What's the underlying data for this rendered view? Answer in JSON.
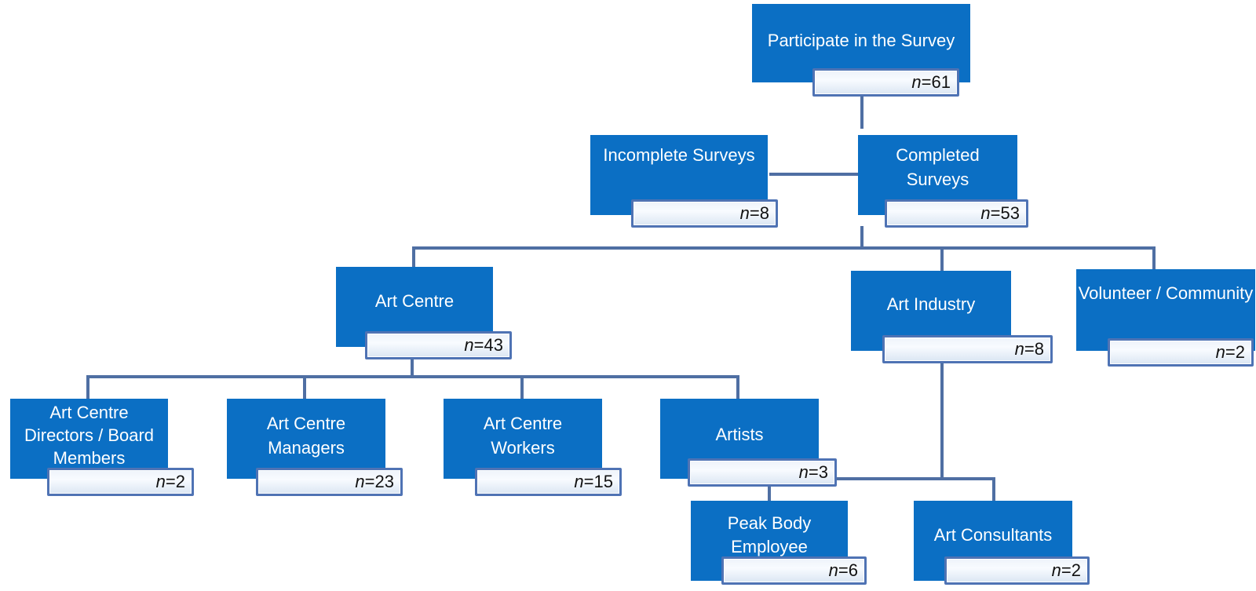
{
  "colors": {
    "box_fill": "#0b6fc4",
    "box_text": "#ffffff",
    "count_border": "#4f73b4",
    "connector": "#4f6fa3"
  },
  "count_prefix": "n",
  "nodes": {
    "participate": {
      "label": "Participate in the Survey",
      "count": "=61"
    },
    "incomplete": {
      "label": "Incomplete Surveys",
      "count": "=8"
    },
    "completed": {
      "label": "Completed Surveys",
      "count": "=53"
    },
    "art_centre": {
      "label": "Art Centre",
      "count": "=43"
    },
    "art_industry": {
      "label": "Art Industry",
      "count": "=8"
    },
    "volunteer": {
      "label": "Volunteer / Community",
      "count": "=2"
    },
    "directors": {
      "label": "Art Centre Directors / Board Members",
      "count": "=2"
    },
    "managers": {
      "label": "Art Centre Managers",
      "count": "=23"
    },
    "workers": {
      "label": "Art Centre Workers",
      "count": "=15"
    },
    "artists": {
      "label": "Artists",
      "count": "=3"
    },
    "peak_body": {
      "label": "Peak Body Employee",
      "count": "=6"
    },
    "consultants": {
      "label": "Art Consultants",
      "count": "=2"
    }
  }
}
